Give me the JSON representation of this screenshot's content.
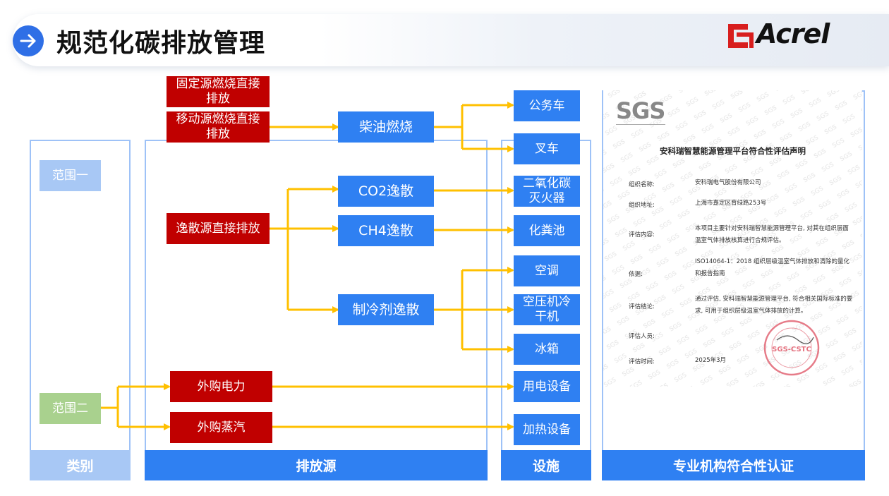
{
  "header": {
    "title": "规范化碳排放管理",
    "logo_text": "Acrel"
  },
  "columns": {
    "category": "类别",
    "sources": "排放源",
    "facilities": "设施",
    "certification": "专业机构符合性认证"
  },
  "categories": {
    "scope1": "范围一",
    "scope2": "范围二"
  },
  "emission_sources": {
    "fixed": "固定源燃烧直接排放",
    "mobile": "移动源燃烧直接排放",
    "fugitive": "逸散源直接排放",
    "power": "外购电力",
    "steam": "外购蒸汽"
  },
  "processes": {
    "diesel": "柴油燃烧",
    "co2": "CO2逸散",
    "ch4": "CH4逸散",
    "refrigerant": "制冷剂逸散"
  },
  "facilities": {
    "official_car": "公务车",
    "forklift": "叉车",
    "co2_extinguisher": "二氧化碳灭火器",
    "septic_tank": "化粪池",
    "ac": "空调",
    "chiller": "空压机冷干机",
    "fridge": "冰箱",
    "electric": "用电设备",
    "heating": "加热设备"
  },
  "certificate": {
    "logo": "SGS",
    "title": "安科瑞智慧能源管理平台符合性评估声明",
    "org_name_label": "组织名称:",
    "org_name": "安科瑞电气股份有限公司",
    "org_addr_label": "组织地址:",
    "org_addr": "上海市嘉定区育绿路253号",
    "content_label": "评估内容:",
    "content": "本项目主要针对安科瑞智慧能源管理平台, 对其在组织层面温室气体排放核算进行合规评估。",
    "basis_label": "依据:",
    "basis": "ISO14064-1：2018 组织层级温室气体排放和清除的量化和报告指南",
    "conclusion_label": "评估结论:",
    "conclusion": "通过评估, 安科瑞智慧能源管理平台, 符合相关国际标准的要求, 可用于组织层级温室气体排放的计算。",
    "assessor_label": "评估人员:",
    "date_label": "评估时间:",
    "date": "2025年3月",
    "seal_text": "SGS-CSTC"
  },
  "colors": {
    "red": "#c00000",
    "blue": "#2f80f2",
    "arrow": "#ffc000",
    "footer": "#2f80f2"
  }
}
